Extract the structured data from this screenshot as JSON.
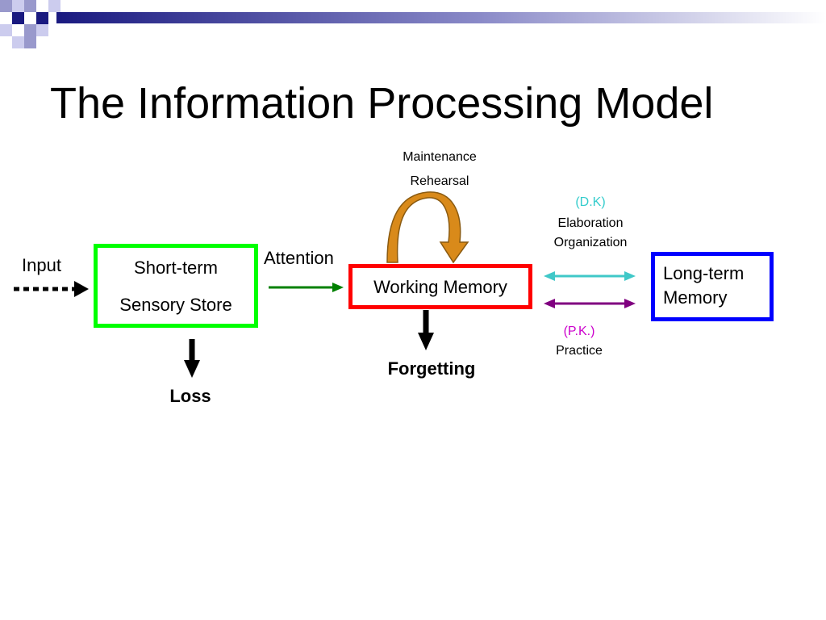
{
  "title": "The Information Processing Model",
  "nodes": {
    "input": "Input",
    "sensory_store": {
      "line1": "Short-term",
      "line2": "Sensory Store"
    },
    "attention": "Attention",
    "working_memory": "Working Memory",
    "maintenance_rehearsal": {
      "line1": "Maintenance",
      "line2": "Rehearsal"
    },
    "long_term_memory": {
      "line1": "Long-term",
      "line2": "Memory"
    },
    "declarative": {
      "tag": "(D.K)",
      "line1": "Elaboration",
      "line2": "Organization"
    },
    "procedural": {
      "tag": "(P.K.)",
      "line1": "Practice"
    },
    "loss": "Loss",
    "forgetting": "Forgetting"
  },
  "colors": {
    "sensory_border": "#00ff00",
    "working_border": "#ff0000",
    "longterm_border": "#0000ff",
    "attention_arrow": "#008000",
    "dk_arrow": "#40c8c8",
    "pk_arrow": "#800080",
    "dk_text": "#33cccc",
    "pk_text": "#cc00cc",
    "rehearsal_arrow": "#d98a1a"
  }
}
